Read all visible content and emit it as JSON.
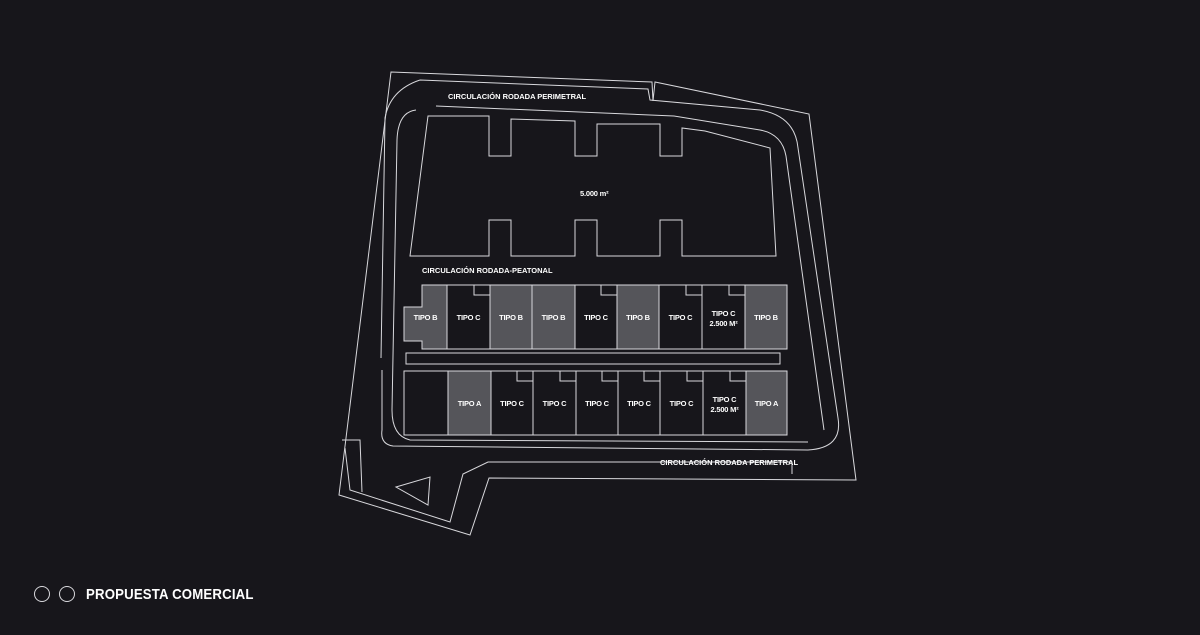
{
  "plan": {
    "road_top": "CIRCULACIÓN RODADA PERIMETRAL",
    "road_bottom": "CIRCULACIÓN RODADA PERIMETRAL",
    "road_middle": "CIRCULACIÓN RODADA-PEATONAL",
    "big_lot_area": "5.000 m²",
    "row1": [
      {
        "type": "TIPO B",
        "area": ""
      },
      {
        "type": "TIPO C",
        "area": ""
      },
      {
        "type": "TIPO B",
        "area": ""
      },
      {
        "type": "TIPO B",
        "area": ""
      },
      {
        "type": "TIPO C",
        "area": ""
      },
      {
        "type": "TIPO B",
        "area": ""
      },
      {
        "type": "TIPO C",
        "area": ""
      },
      {
        "type": "TIPO C",
        "area": "2.500 M²"
      },
      {
        "type": "TIPO B",
        "area": ""
      }
    ],
    "row2": [
      {
        "type": "",
        "area": ""
      },
      {
        "type": "TIPO A",
        "area": ""
      },
      {
        "type": "TIPO C",
        "area": ""
      },
      {
        "type": "TIPO C",
        "area": ""
      },
      {
        "type": "TIPO C",
        "area": ""
      },
      {
        "type": "TIPO C",
        "area": ""
      },
      {
        "type": "TIPO C",
        "area": ""
      },
      {
        "type": "TIPO C",
        "area": "2.500 M²"
      },
      {
        "type": "TIPO A",
        "area": ""
      }
    ]
  },
  "footer": {
    "title": "PROPUESTA COMERCIAL",
    "icons": [
      "circle-icon",
      "circle-icon"
    ]
  },
  "colors": {
    "background": "#17161b",
    "line": "#d8d8dc",
    "highlight_lot": "#55555a",
    "text": "#ffffff"
  }
}
